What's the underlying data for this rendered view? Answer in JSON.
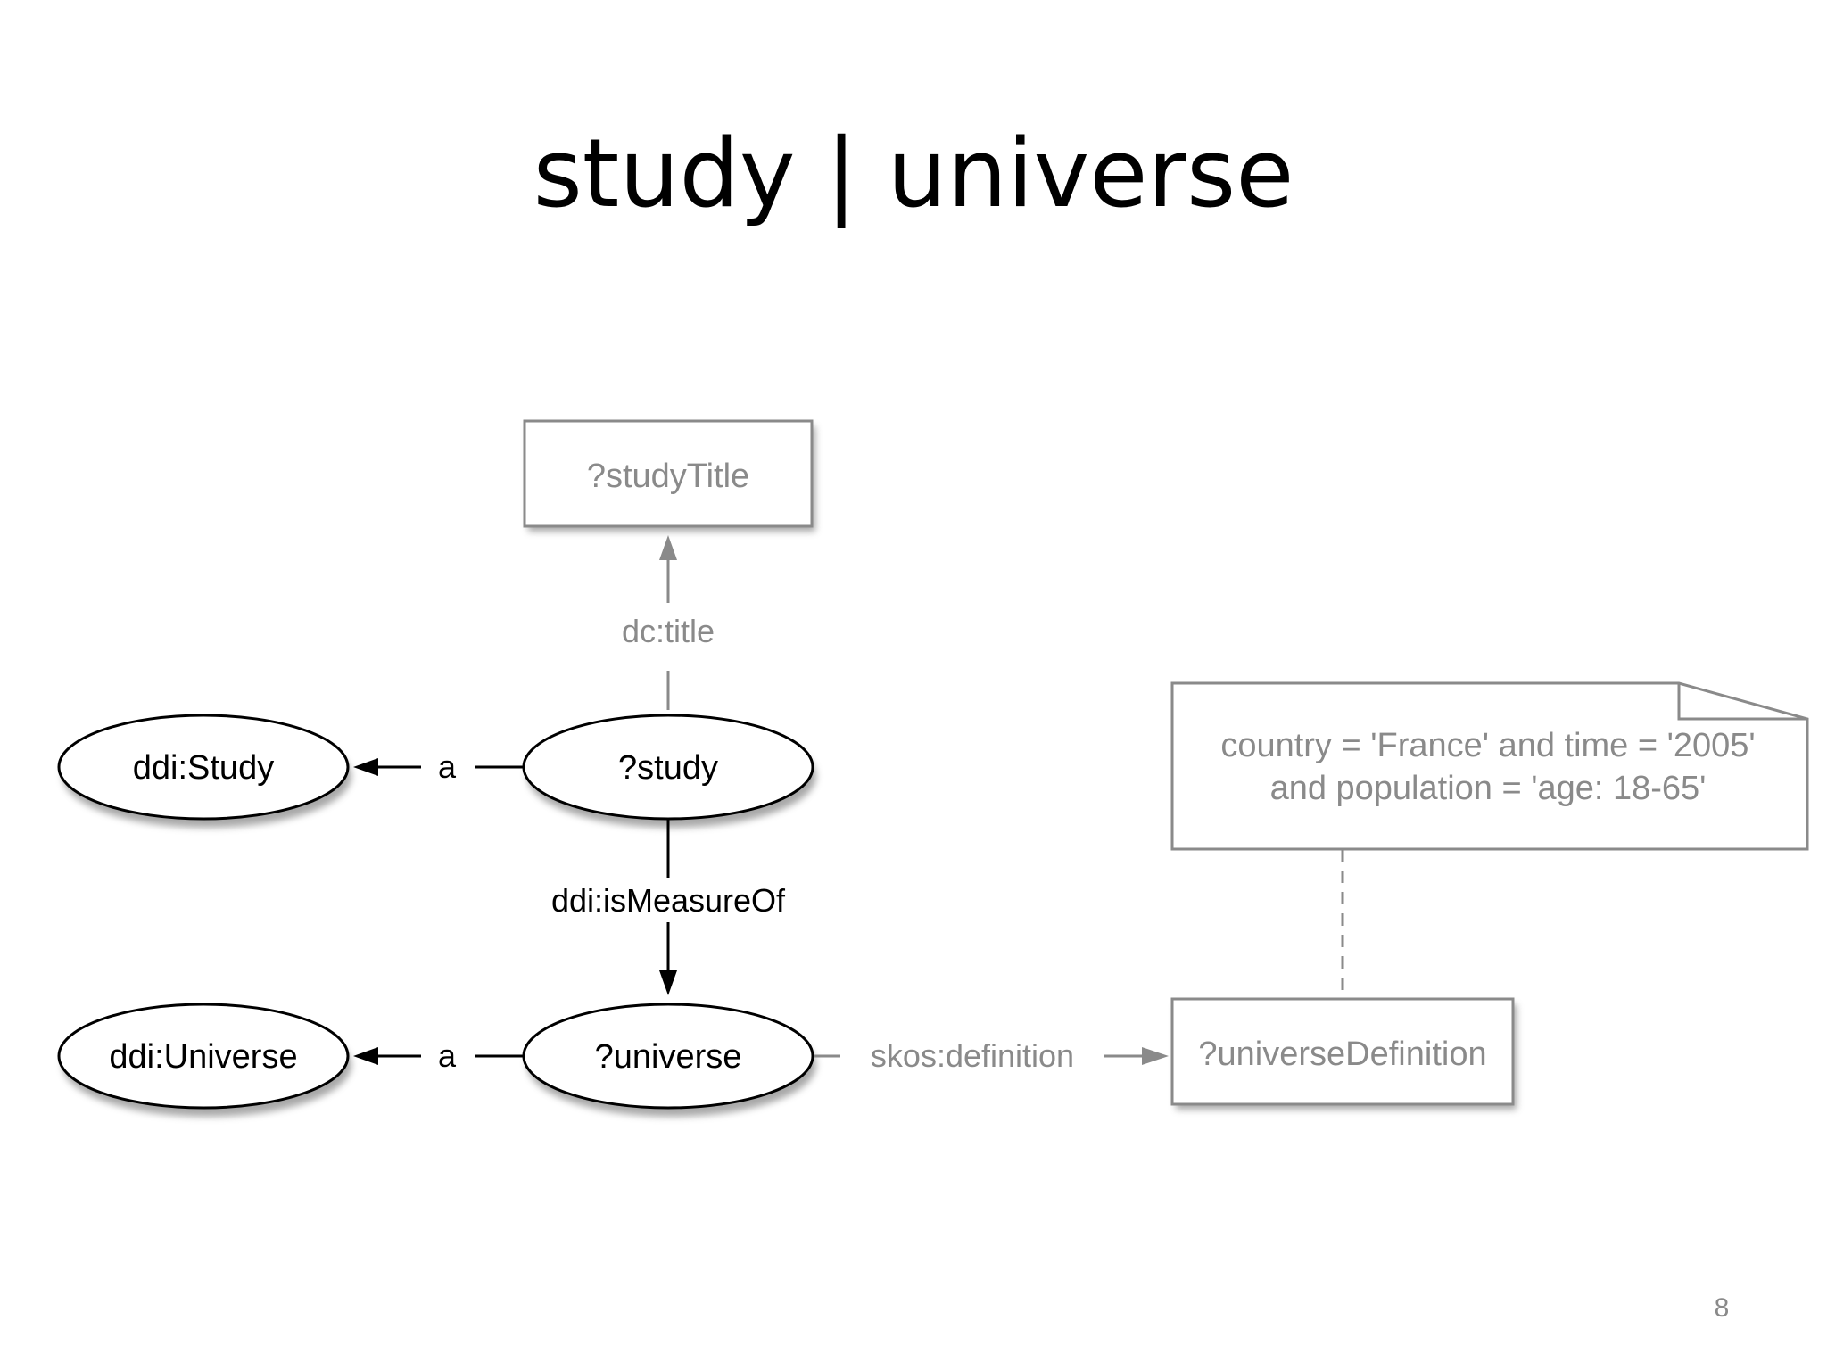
{
  "slide": {
    "title": "study | universe",
    "page_number": "8"
  },
  "diagram": {
    "nodes": {
      "study_title": "?studyTitle",
      "study": "?study",
      "ddi_study": "ddi:Study",
      "universe": "?universe",
      "ddi_universe": "ddi:Universe",
      "universe_definition": "?universeDefinition"
    },
    "edges": {
      "dc_title": "dc:title",
      "study_type": "a",
      "is_measure_of": "ddi:isMeasureOf",
      "universe_type": "a",
      "skos_definition": "skos:definition"
    },
    "note": {
      "line1": "country = 'France' and time = '2005'",
      "line2": "and population = 'age: 18-65'"
    },
    "colors": {
      "black": "#000000",
      "gray": "#8a8a8a",
      "shadow": "#9a9a9a"
    }
  }
}
